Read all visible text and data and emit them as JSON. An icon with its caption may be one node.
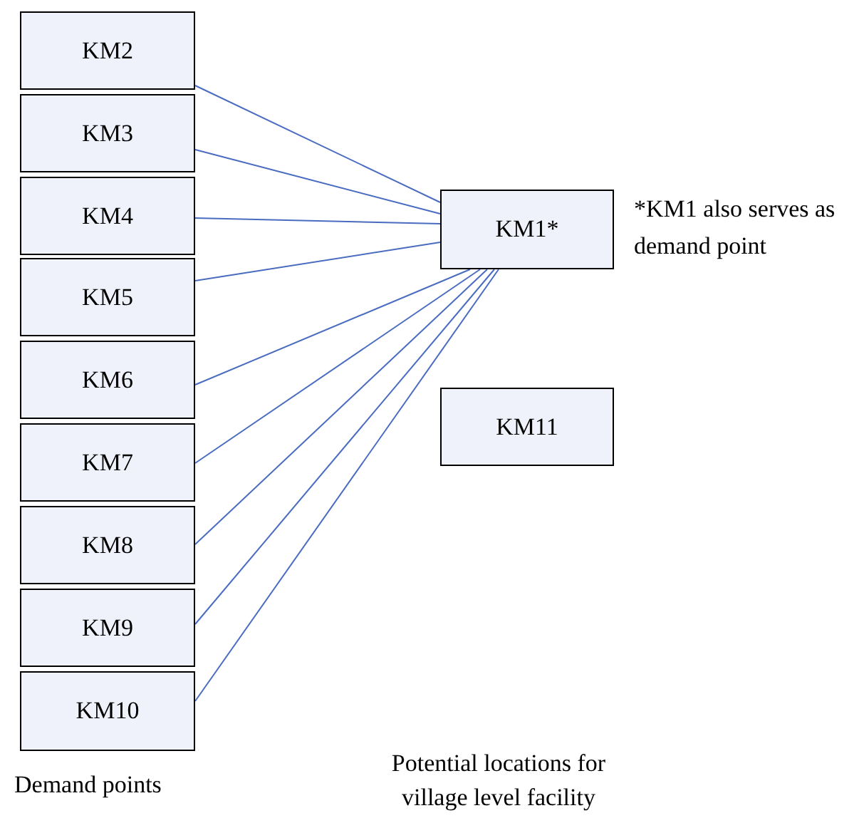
{
  "diagram": {
    "nodes": [
      {
        "text": [
          "KM2"
        ]
      },
      {
        "text": [
          "KM3"
        ]
      },
      {
        "text": [
          "KM4"
        ]
      },
      {
        "text": [
          "KM5"
        ]
      },
      {
        "text": [
          "KM6"
        ]
      },
      {
        "text": [
          "KM7"
        ]
      },
      {
        "text": [
          "KM8"
        ]
      },
      {
        "text": [
          "KM9"
        ]
      },
      {
        "text": [
          "KM10"
        ]
      },
      {
        "text": [
          "KM1*"
        ],
        "beside": [
          "*KM1 also serves as demand point"
        ]
      },
      {
        "text": [
          "KM11"
        ]
      }
    ],
    "edges": [
      {
        "from": 0,
        "to": 9,
        "arrow": "none"
      },
      {
        "from": 1,
        "to": 9,
        "arrow": "none"
      },
      {
        "from": 2,
        "to": 9,
        "arrow": "none"
      },
      {
        "from": 3,
        "to": 9,
        "arrow": "none"
      },
      {
        "from": 4,
        "to": 9,
        "arrow": "none"
      },
      {
        "from": 5,
        "to": 9,
        "arrow": "none"
      },
      {
        "from": 6,
        "to": 9,
        "arrow": "none"
      },
      {
        "from": 7,
        "to": 9,
        "arrow": "none"
      },
      {
        "from": 8,
        "to": 9,
        "arrow": "none"
      }
    ],
    "labels": [
      "Demand points",
      "Potential locations for village level facility"
    ]
  }
}
